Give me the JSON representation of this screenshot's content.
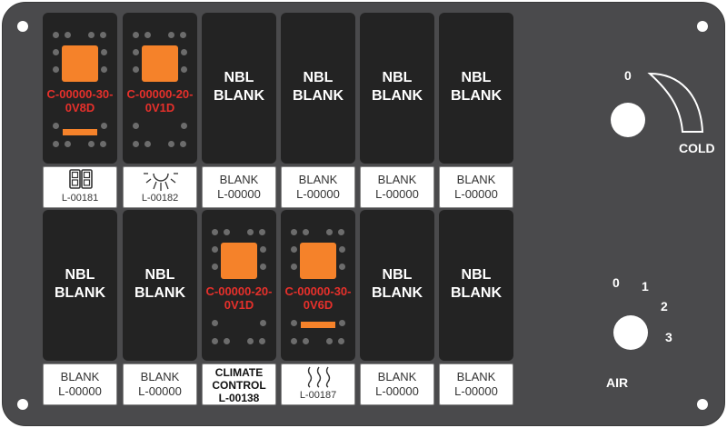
{
  "top_row": [
    {
      "type": "rocker",
      "code": [
        "C-00000-30-",
        "0V8D"
      ],
      "bar": true,
      "label_icon": "dual-rectangle-icon",
      "label": [
        "",
        "L-00181"
      ]
    },
    {
      "type": "rocker",
      "code": [
        "C-00000-20-",
        "0V1D"
      ],
      "bar": false,
      "label_icon": "sun-icon",
      "label": [
        "",
        "L-00182"
      ]
    },
    {
      "type": "blank",
      "title": [
        "NBL",
        "BLANK"
      ],
      "label": [
        "BLANK",
        "L-00000"
      ]
    },
    {
      "type": "blank",
      "title": [
        "NBL",
        "BLANK"
      ],
      "label": [
        "BLANK",
        "L-00000"
      ]
    },
    {
      "type": "blank",
      "title": [
        "NBL",
        "BLANK"
      ],
      "label": [
        "BLANK",
        "L-00000"
      ]
    },
    {
      "type": "blank",
      "title": [
        "NBL",
        "BLANK"
      ],
      "label": [
        "BLANK",
        "L-00000"
      ]
    }
  ],
  "bottom_row": [
    {
      "type": "blank",
      "title": [
        "NBL",
        "BLANK"
      ],
      "label": [
        "BLANK",
        "L-00000"
      ]
    },
    {
      "type": "blank",
      "title": [
        "NBL",
        "BLANK"
      ],
      "label": [
        "BLANK",
        "L-00000"
      ]
    },
    {
      "type": "rocker",
      "code": [
        "C-00000-20-",
        "0V1D"
      ],
      "bar": false,
      "label": [
        "CLIMATE",
        "CONTROL",
        "L-00138"
      ]
    },
    {
      "type": "rocker",
      "code": [
        "C-00000-30-",
        "0V6D"
      ],
      "bar": true,
      "label_icon": "heat-waves-icon",
      "label": [
        "",
        "L-00187"
      ]
    },
    {
      "type": "blank",
      "title": [
        "NBL",
        "BLANK"
      ],
      "label": [
        "BLANK",
        "L-00000"
      ]
    },
    {
      "type": "blank",
      "title": [
        "NBL",
        "BLANK"
      ],
      "label": [
        "BLANK",
        "L-00000"
      ]
    }
  ],
  "temp_dial": {
    "zero": "0",
    "label": "COLD"
  },
  "air_dial": {
    "positions": [
      "0",
      "1",
      "2",
      "3"
    ],
    "label": "AIR"
  },
  "colors": {
    "panel": "#4a4a4c",
    "switch": "#232323",
    "accent": "#f5822a",
    "code": "#e6302b"
  }
}
